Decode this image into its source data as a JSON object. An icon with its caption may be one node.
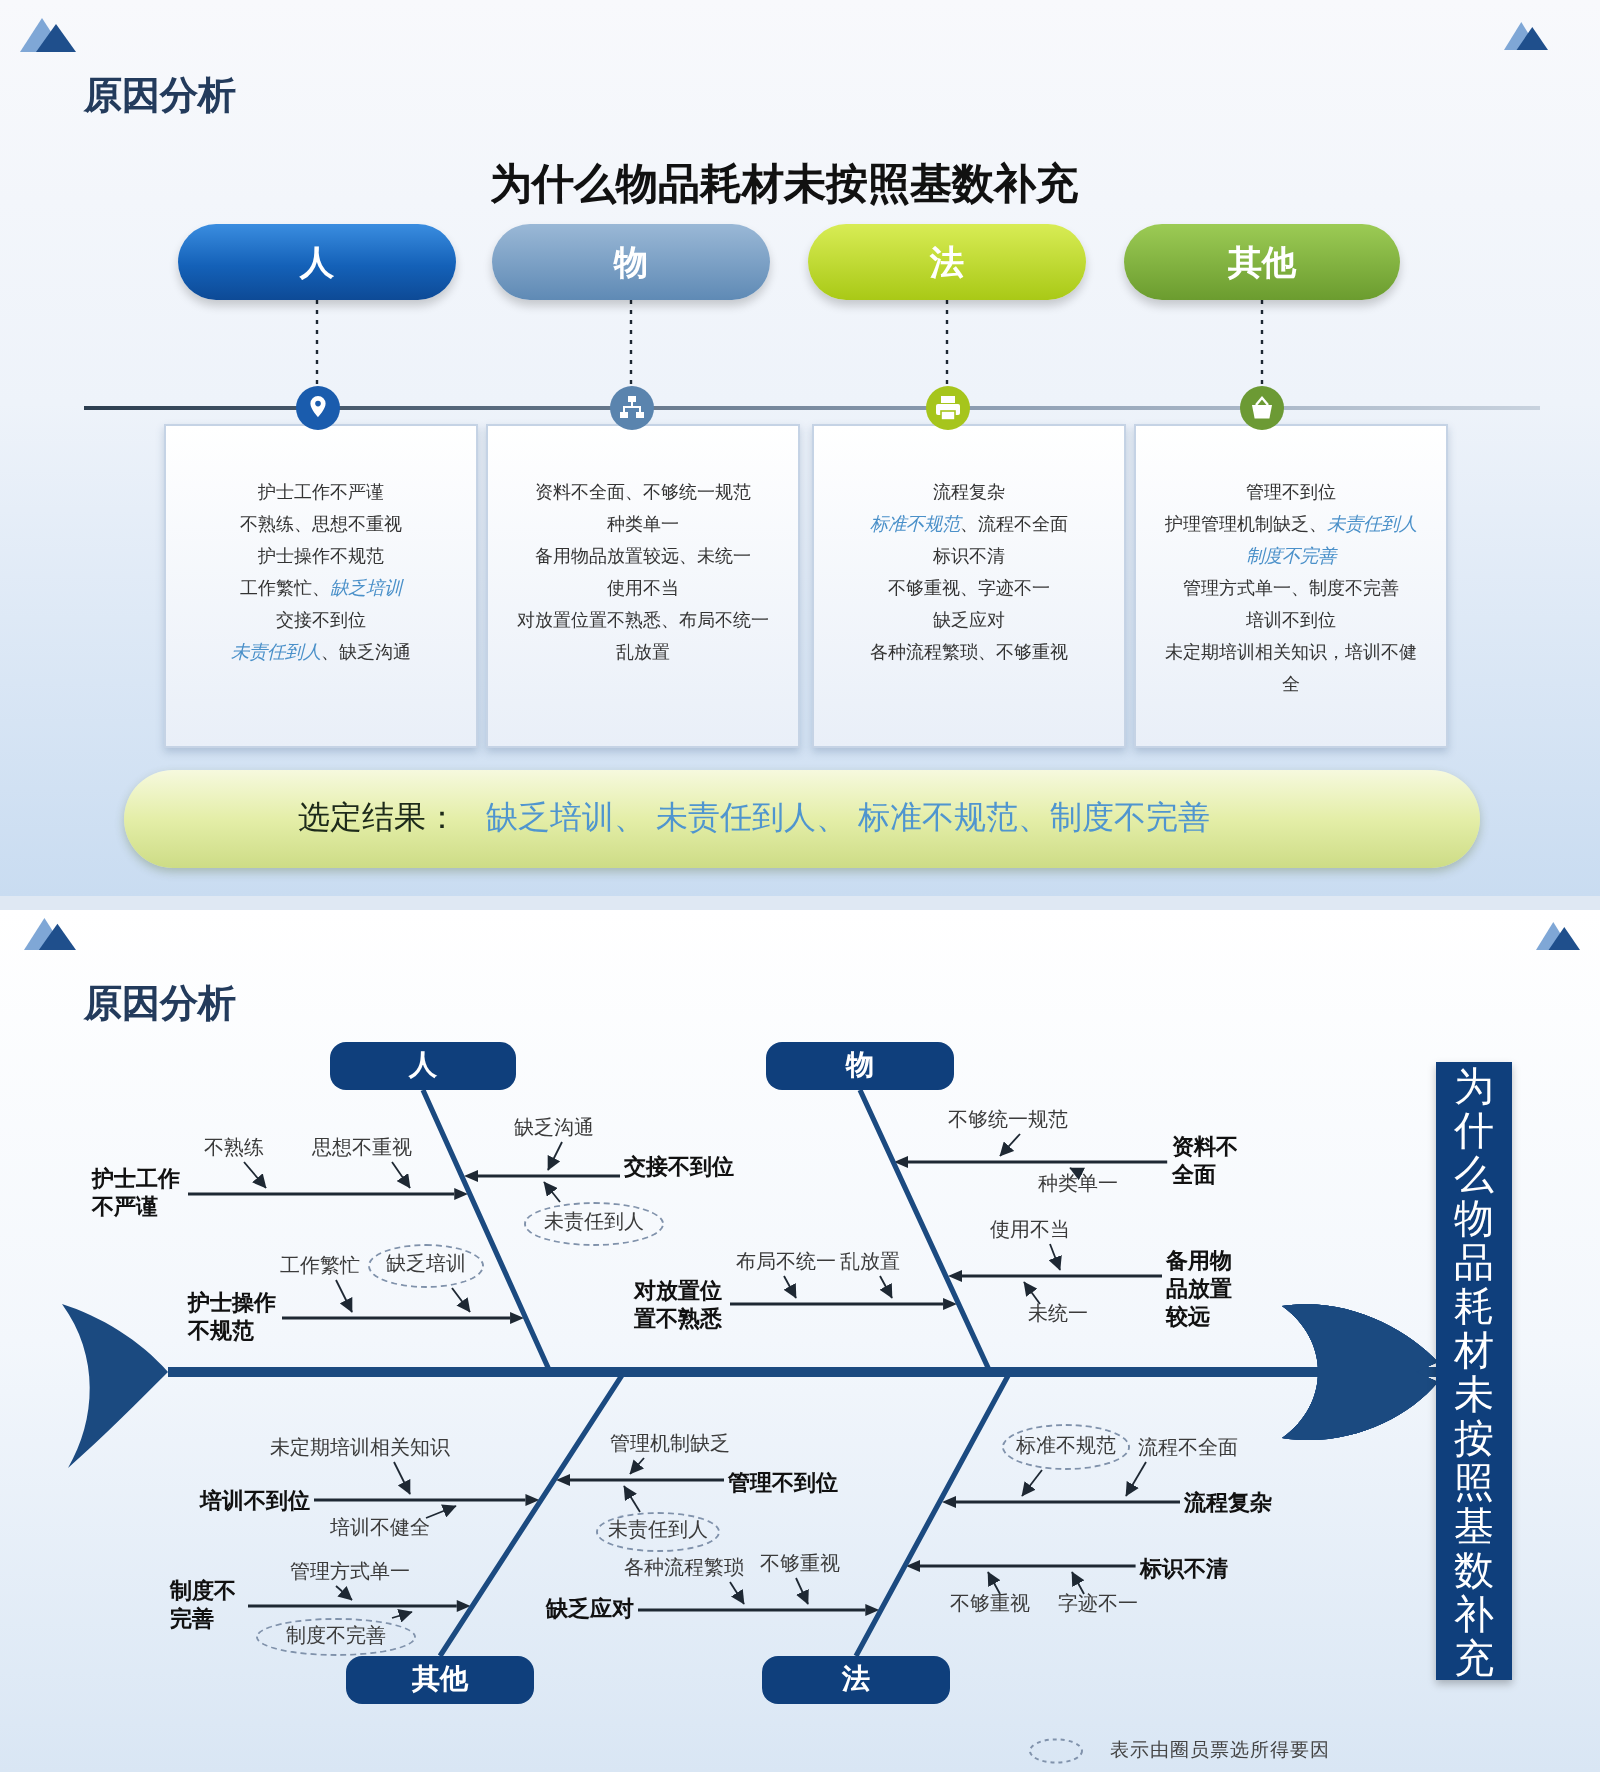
{
  "diagram": {
    "title": "为什么物品耗材未按照基数补充",
    "nodes": [
      {
        "text": [
          "人"
        ]
      },
      {
        "text": [
          "物"
        ]
      },
      {
        "text": [
          "法"
        ]
      },
      {
        "text": [
          "其他"
        ]
      },
      {
        "text": [],
        "shape": "circle"
      },
      {
        "text": [],
        "shape": "circle"
      },
      {
        "text": [],
        "shape": "circle"
      },
      {
        "text": [],
        "shape": "circle"
      },
      {
        "text": [
          "护士工作不严谨",
          "不熟练、思想不重视",
          "护士操作不规范",
          "工作繁忙、*缺乏培训*",
          "交接不到位",
          "*未责任到人*、缺乏沟通"
        ]
      },
      {
        "text": [
          "资料不全面、不够统一规范",
          "种类单一",
          "备用物品放置较远、未统一",
          "使用不当",
          "对放置位置不熟悉、布局不统一",
          "乱放置"
        ]
      },
      {
        "text": [
          "流程复杂",
          "*标准不规范*、流程不全面",
          "标识不清",
          "不够重视、字迹不一",
          "缺乏应对",
          "各种流程繁琐、不够重视"
        ]
      },
      {
        "text": [
          "管理不到位",
          "护理管理机制缺乏、*未责任到人*",
          "*制度不完善*",
          "管理方式单一、制度不完善",
          "培训不到位",
          "未定期培训相关知识，培训不健全"
        ]
      },
      {
        "text": [
          "选定结果：",
          "缺乏培训、 未责任到人、 标准不规范、制度不完善"
        ]
      },
      {
        "text": [
          "人"
        ]
      },
      {
        "text": [],
        "shape": "arrow",
        "beside": [
          "护士工作不严谨"
        ]
      },
      {
        "text": [
          "不熟练"
        ]
      },
      {
        "text": [
          "思想不重视"
        ]
      },
      {
        "text": [],
        "shape": "arrow",
        "beside": [
          "交接不到位"
        ]
      },
      {
        "text": [
          "缺乏沟通"
        ]
      },
      {
        "text": [
          "未责任到人"
        ]
      },
      {
        "text": [],
        "shape": "arrow",
        "beside": [
          "护士操作不规范"
        ]
      },
      {
        "text": [
          "工作繁忙"
        ]
      },
      {
        "text": [
          "缺乏培训"
        ]
      },
      {
        "text": [
          "物"
        ]
      },
      {
        "text": [],
        "shape": "arrow",
        "beside": [
          "资料不全面"
        ]
      },
      {
        "text": [
          "不够统一规范"
        ]
      },
      {
        "text": [
          "种类单一"
        ]
      },
      {
        "text": [],
        "shape": "arrow",
        "beside": [
          "对放置位置不熟悉"
        ]
      },
      {
        "text": [
          "布局不统一"
        ]
      },
      {
        "text": [
          "乱放置"
        ]
      },
      {
        "text": [],
        "shape": "arrow",
        "beside": [
          "备用物品放置较远"
        ]
      },
      {
        "text": [
          "使用不当"
        ]
      },
      {
        "text": [
          "未统一"
        ]
      },
      {
        "text": [
          "为什么物品耗材未按照基数补充"
        ]
      },
      {
        "text": [],
        "shape": "arrow",
        "beside": [
          "培训不到位"
        ]
      },
      {
        "text": [
          "未定期培训相关知识"
        ]
      },
      {
        "text": [
          "培训不健全"
        ]
      },
      {
        "text": [],
        "shape": "arrow",
        "beside": [
          "管理不到位"
        ]
      },
      {
        "text": [
          "管理机制缺乏"
        ]
      },
      {
        "text": [
          "未责任到人"
        ]
      },
      {
        "text": [],
        "shape": "arrow",
        "beside": [
          "制度不完善"
        ]
      },
      {
        "text": [
          "管理方式单一"
        ]
      },
      {
        "text": [
          "制度不完善"
        ]
      },
      {
        "text": [
          "其他"
        ]
      },
      {
        "text": [],
        "shape": "arrow",
        "beside": [
          "缺乏应对"
        ]
      },
      {
        "text": [
          "各种流程繁琐"
        ]
      },
      {
        "text": [
          "不够重视"
        ]
      },
      {
        "text": [],
        "shape": "arrow",
        "beside": [
          "流程复杂"
        ]
      },
      {
        "text": [
          "标准不规范"
        ]
      },
      {
        "text": [
          "流程不全面"
        ]
      },
      {
        "text": [],
        "shape": "arrow",
        "beside": [
          "标识不清"
        ]
      },
      {
        "text": [
          "不够重视"
        ]
      },
      {
        "text": [
          "字迹不一"
        ]
      },
      {
        "text": [
          "法"
        ]
      },
      {
        "text": [],
        "shape": "picture"
      }
    ],
    "edges": [
      {
        "from": 0,
        "to": 4,
        "arrow": "none",
        "style": "dashed"
      },
      {
        "from": 1,
        "to": 5,
        "arrow": "none",
        "style": "dashed"
      },
      {
        "from": 2,
        "to": 6,
        "arrow": "none",
        "style": "dashed"
      },
      {
        "from": 3,
        "to": 7,
        "arrow": "none",
        "style": "dashed"
      },
      {
        "from": 15,
        "to": 14,
        "arrow": "to"
      },
      {
        "from": 16,
        "to": 14,
        "arrow": "to"
      },
      {
        "from": 18,
        "to": 17,
        "arrow": "to"
      },
      {
        "from": 19,
        "to": 17,
        "arrow": "to"
      },
      {
        "from": 21,
        "to": 20,
        "arrow": "to"
      },
      {
        "from": 22,
        "to": 20,
        "arrow": "to"
      },
      {
        "from": 13,
        "to": 33,
        "arrow": "to",
        "style": "thick",
        "color": "#1b4a80"
      },
      {
        "from": 25,
        "to": 24,
        "arrow": "to"
      },
      {
        "from": 26,
        "to": 24,
        "arrow": "to"
      },
      {
        "from": 28,
        "to": 27,
        "arrow": "to"
      },
      {
        "from": 29,
        "to": 27,
        "arrow": "to"
      },
      {
        "from": 31,
        "to": 30,
        "arrow": "to"
      },
      {
        "from": 32,
        "to": 30,
        "arrow": "to"
      },
      {
        "from": 23,
        "to": 33,
        "arrow": "to",
        "style": "thick",
        "color": "#1b4a80"
      },
      {
        "from": 35,
        "to": 34,
        "arrow": "to"
      },
      {
        "from": 36,
        "to": 34,
        "arrow": "to"
      },
      {
        "from": 38,
        "to": 37,
        "arrow": "to"
      },
      {
        "from": 39,
        "to": 37,
        "arrow": "to"
      },
      {
        "from": 41,
        "to": 40,
        "arrow": "to"
      },
      {
        "from": 42,
        "to": 40,
        "arrow": "to"
      },
      {
        "from": 43,
        "to": 33,
        "arrow": "to",
        "style": "thick",
        "color": "#1b4a80"
      },
      {
        "from": 45,
        "to": 44,
        "arrow": "to"
      },
      {
        "from": 46,
        "to": 44,
        "arrow": "to"
      },
      {
        "from": 48,
        "to": 47,
        "arrow": "to"
      },
      {
        "from": 49,
        "to": 47,
        "arrow": "to"
      },
      {
        "from": 51,
        "to": 50,
        "arrow": "to"
      },
      {
        "from": 52,
        "to": 50,
        "arrow": "to"
      },
      {
        "from": 53,
        "to": 33,
        "arrow": "to",
        "style": "thick",
        "color": "#1b4a80"
      },
      {
        "from": 54,
        "to": 33,
        "arrow": "to",
        "style": "thick",
        "color": "#1b4a80"
      }
    ],
    "labels": [
      "原因分析",
      "原因分析"
    ],
    "legend": [
      {
        "text": "表示由圈员票选所得要因"
      }
    ]
  }
}
